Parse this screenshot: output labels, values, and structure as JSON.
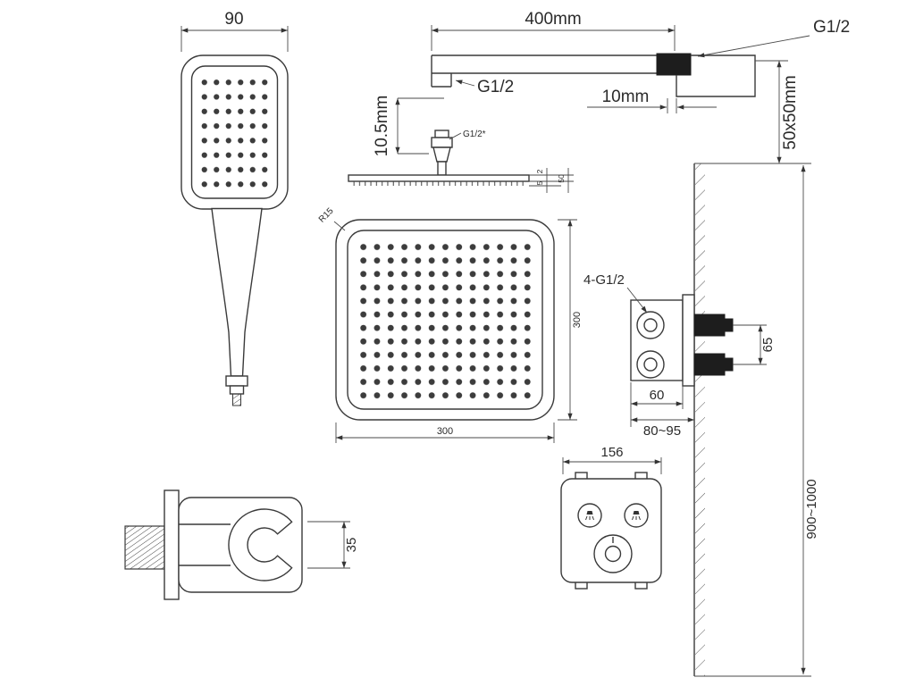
{
  "drawing": {
    "handheld": {
      "width_label": "90"
    },
    "arm": {
      "length_label": "400mm",
      "wall_thread_label": "G1/2",
      "head_thread_label": "G1/2",
      "offset_label": "10mm",
      "plate_label": "50x50mm",
      "drop_label": "10.5mm"
    },
    "head_side": {
      "thread_label": "G1/2*",
      "dim_nozzle": "2",
      "dim_plate": "5",
      "dim_body": "50"
    },
    "head_bottom": {
      "radius_label": "R15",
      "height_label": "300",
      "width_label": "300"
    },
    "valve_side": {
      "threads_label": "4-G1/2",
      "spacing_label": "65",
      "depth_label": "60",
      "recess_label": "80~95"
    },
    "valve_front": {
      "width_label": "156"
    },
    "install": {
      "height_label": "900~1000"
    },
    "bracket": {
      "depth_label": "35"
    }
  }
}
